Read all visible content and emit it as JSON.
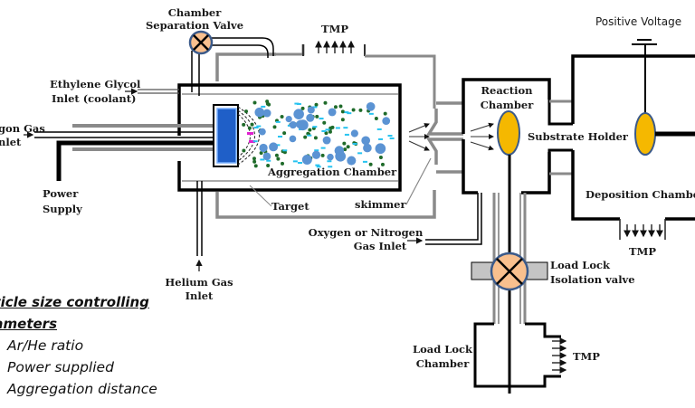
{
  "labels": {
    "chamber_separation_valve": [
      "Chamber",
      "Separation Valve"
    ],
    "tmp_top": "TMP",
    "positive_voltage": "Positive Voltage",
    "ethylene_glycol": [
      "Ethylene Glycol",
      "Inlet (coolant)"
    ],
    "argon_gas": [
      "gon Gas",
      "nlet"
    ],
    "power_supply": [
      "Power",
      "Supply"
    ],
    "aggregation_chamber": "Aggregation Chamber",
    "target": "Target",
    "skimmer": "skimmer",
    "helium_gas": [
      "Helium Gas",
      "Inlet"
    ],
    "reaction_chamber": [
      "Reaction",
      "Chamber"
    ],
    "substrate_holder": "Substrate Holder",
    "deposition_chamber": "Deposition Chamber",
    "tmp_right": "TMP",
    "oxygen_nitrogen": [
      "Oxygen or Nitrogen",
      "Gas Inlet"
    ],
    "load_lock_isolation_valve": [
      "Load Lock",
      "Isolation valve"
    ],
    "load_lock_chamber": [
      "Load Lock",
      "Chamber"
    ],
    "tmp_bottom": "TMP"
  },
  "parameters": {
    "heading": [
      "rticle size controlling",
      "rameters"
    ],
    "items": [
      "Ar/He ratio",
      "Power supplied",
      "Aggregation distance"
    ]
  },
  "colors": {
    "wall_black": "#000000",
    "wall_gray": "#8a8a8a",
    "target_blue": "#1f5fc8",
    "valve_fill": "#f9c08e",
    "valve_border": "#3b5a8a",
    "substrate_fill": "#f5b800",
    "cluster_blue": "#5b93d3",
    "atom_green": "#1f6b2a",
    "ion_cyan": "#27c3f0",
    "plasma_magenta": "#e020d0"
  }
}
